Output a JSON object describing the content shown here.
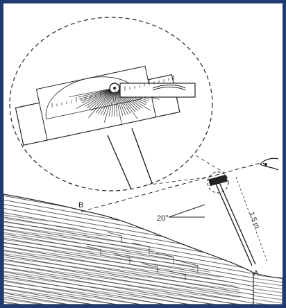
{
  "labels": {
    "point_a": "A",
    "point_b": "B",
    "angle": "20°",
    "height": "1.5 m"
  },
  "colors": {
    "border": "#1f3b73",
    "ink": "#1a1a1a",
    "paper": "#ffffff"
  },
  "icons": {
    "eye": "eye-icon"
  }
}
